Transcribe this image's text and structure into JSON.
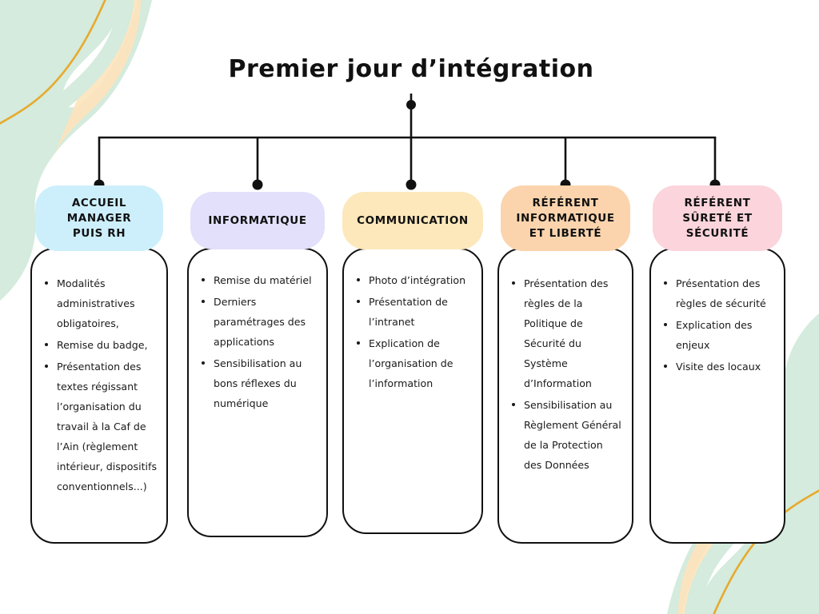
{
  "page": {
    "title": "Premier jour d’intégration",
    "background_color": "#ffffff"
  },
  "decor": {
    "mint_color": "#d4ebdd",
    "peach_color": "#fde3bb",
    "gold_line_color": "#e8a92b",
    "top_left_name": "decorative-blob-top-left",
    "bottom_right_name": "decorative-blob-bottom-right"
  },
  "title": {
    "text": "Premier jour d’intégration",
    "pill_color": "#d4ecdc",
    "text_color": "#111111"
  },
  "connector": {
    "line_color": "#111111",
    "dot_color": "#111111"
  },
  "columns": [
    {
      "id": "accueil-manager-puis-rh",
      "header": "ACCUEIL\nMANAGER\nPUIS RH",
      "header_lines": [
        "ACCUEIL",
        "MANAGER",
        "PUIS RH"
      ],
      "header_color": "#cdeffc",
      "items": [
        "Modalités administratives obligatoires,",
        "Remise du badge,",
        "Présentation des textes régissant l’organisation du travail à la Caf de l’Ain (règlement intérieur, dispositifs conventionnels...)"
      ]
    },
    {
      "id": "informatique",
      "header": "INFORMATIQUE",
      "header_lines": [
        "INFORMATIQUE"
      ],
      "header_color": "#e2e0fb",
      "items": [
        " Remise du matériel",
        "Derniers paramétrages des applications",
        "Sensibilisation au bons réflexes du numérique"
      ]
    },
    {
      "id": "communication",
      "header": "COMMUNICATION",
      "header_lines": [
        "COMMUNICATION"
      ],
      "header_color": "#fce8bb",
      "items": [
        "Photo d’intégration",
        "Présentation de l’intranet",
        "Explication de l’organisation de l’information"
      ]
    },
    {
      "id": "referent-informatique-et-liberte",
      "header": "RÉFÉRENT\nINFORMATIQUE\nET LIBERTÉ",
      "header_lines": [
        "RÉFÉRENT",
        "INFORMATIQUE",
        "ET LIBERTÉ"
      ],
      "header_color": "#fbd4ad",
      "items": [
        " Présentation des règles de la Politique de Sécurité du Système d’Information",
        "Sensibilisation au Règlement Général de la Protection des Données"
      ]
    },
    {
      "id": "referent-surete-et-securite",
      "header": "RÉFÉRENT\nSÛRETÉ ET\nSÉCURITÉ",
      "header_lines": [
        "RÉFÉRENT",
        "SÛRETÉ ET",
        "SÉCURITÉ"
      ],
      "header_color": "#fbd4dc",
      "items": [
        "Présentation des règles de sécurité",
        "Explication des enjeux",
        "Visite des locaux"
      ]
    }
  ]
}
